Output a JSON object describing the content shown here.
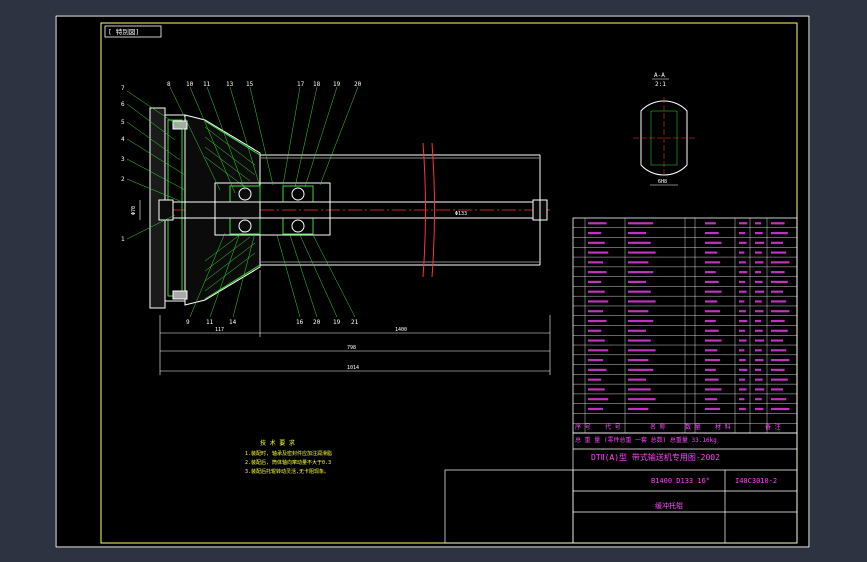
{
  "drawing": {
    "code_box": "[ 特別図]",
    "section_label": "A-A",
    "section_scale": "2:1",
    "section_dim": "6H8",
    "leader_numbers_top": [
      "7",
      "8",
      "10",
      "11",
      "13",
      "15",
      "17",
      "18",
      "19",
      "20"
    ],
    "leader_numbers_left": [
      "6",
      "5",
      "4",
      "3",
      "2",
      "1"
    ],
    "leader_numbers_bottom": [
      "9",
      "11",
      "14",
      "16",
      "20",
      "19",
      "21"
    ],
    "dims": {
      "overall": "1014",
      "mid": "798",
      "left": "117",
      "right": "1400",
      "dia": "Φ133",
      "shaft": "Φ70"
    },
    "notes_title": "技 术 要 求",
    "notes": [
      "1.装配时, 轴承及密封件应加注润滑脂",
      "2.装配后, 筒体轴向窜动量不大于0.3",
      "3.装配后托辊转动灵活,无卡阻现象。"
    ]
  },
  "title_block": {
    "series": "DTⅡ(A)型 带式输送机专用图-2002",
    "spec": "B1400 D133 16°",
    "drawing_no": "I40C3010-2",
    "part_name": "缓冲托辊",
    "header": [
      "序 号",
      "代 号",
      "名 称",
      "数 量",
      "材 料",
      "备 注"
    ],
    "summary": "总 重 量 (零件总重 一套 总数) 总重量 33.16kg"
  }
}
